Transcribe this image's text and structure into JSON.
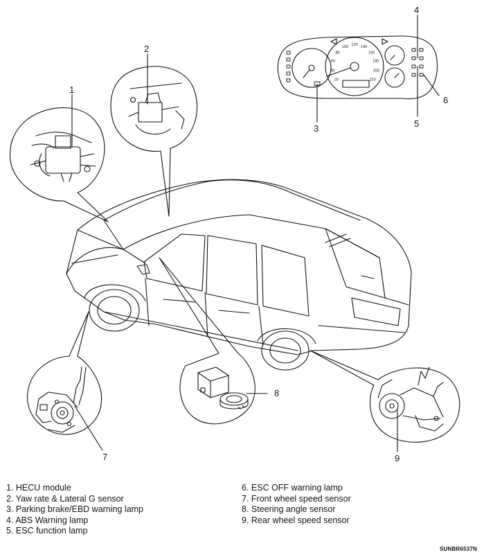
{
  "callouts": [
    "1",
    "2",
    "3",
    "4",
    "5",
    "6",
    "7",
    "8",
    "9"
  ],
  "legend_left": [
    "1. HECU module",
    "2. Yaw rate & Lateral G sensor",
    "3. Parking brake/EBD warning lamp",
    "4. ABS Warning lamp",
    "5. ESC function lamp"
  ],
  "legend_right": [
    "6. ESC OFF warning lamp",
    "7. Front wheel speed sensor",
    "8. Steering angle sensor",
    "9. Rear wheel speed sensor"
  ],
  "speedo_ticks": [
    "20",
    "40",
    "60",
    "80",
    "100",
    "120",
    "140",
    "160",
    "180",
    "200",
    "220"
  ],
  "reference_code": "SUNBR6537N"
}
